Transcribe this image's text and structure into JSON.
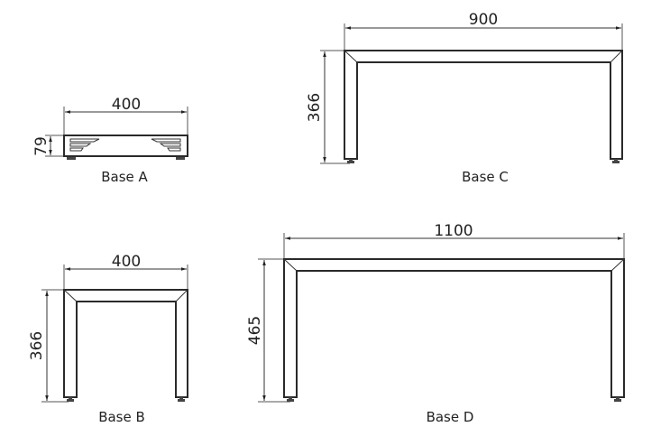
{
  "diagram": {
    "type": "technical-drawing",
    "subject": "Furniture base frames with dimensions",
    "units": "mm"
  },
  "bases": [
    {
      "id": "A",
      "label": "Base A",
      "width": "400",
      "height": "79"
    },
    {
      "id": "B",
      "label": "Base B",
      "width": "400",
      "height": "366"
    },
    {
      "id": "C",
      "label": "Base C",
      "width": "900",
      "height": "366"
    },
    {
      "id": "D",
      "label": "Base D",
      "width": "1100",
      "height": "465"
    }
  ],
  "colors": {
    "line": "#2a2a2a",
    "text": "#222222",
    "background": "#ffffff"
  }
}
